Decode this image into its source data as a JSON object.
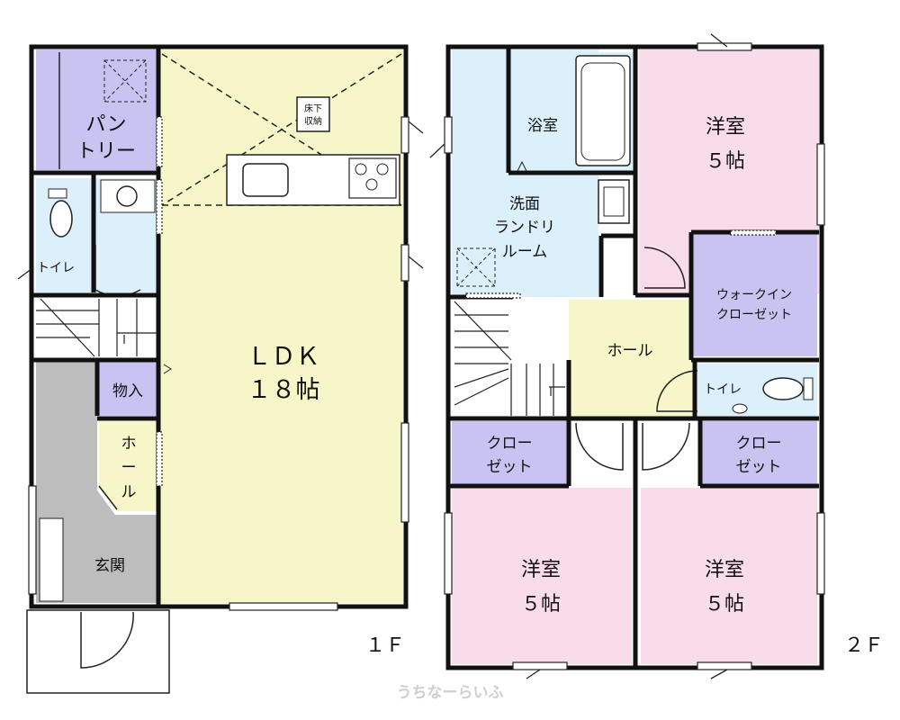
{
  "colors": {
    "wall": "#111111",
    "purple": "#c9c3f2",
    "blue": "#dcf0fb",
    "yellow": "#f7f6c9",
    "pink": "#f9dcea",
    "gray": "#bdbdbd",
    "white": "#ffffff"
  },
  "floor1": {
    "label": "１Ｆ",
    "rooms": {
      "pantry": [
        "パン",
        "トリー"
      ],
      "toilet": "トイレ",
      "ldk": [
        "ＬＤＫ",
        "１８帖"
      ],
      "storage": "物入",
      "hall": [
        "ホ",
        "ー",
        "ル"
      ],
      "entrance": "玄関",
      "underfloor": [
        "床下",
        "収納"
      ]
    }
  },
  "floor2": {
    "label": "２Ｆ",
    "rooms": {
      "bath": "浴室",
      "laundry": [
        "洗面",
        "ランドリ",
        "ルーム"
      ],
      "western_ne": [
        "洋室",
        "５帖"
      ],
      "walk_in_closet": [
        "ウォークイン",
        "クローゼット"
      ],
      "hall": "ホール",
      "toilet": "トイレ",
      "closet_left": [
        "クロー",
        "ゼット"
      ],
      "closet_right": [
        "クロー",
        "ゼット"
      ],
      "western_sw": [
        "洋室",
        "５帖"
      ],
      "western_se": [
        "洋室",
        "５帖"
      ]
    }
  },
  "watermark": "うちなーらいふ",
  "icons": [
    "kitchen-counter-icon",
    "stove-icon",
    "sink-icon",
    "bathtub-icon",
    "toilet-icon",
    "staircase-icon",
    "door-swing-icon",
    "window-icon"
  ]
}
